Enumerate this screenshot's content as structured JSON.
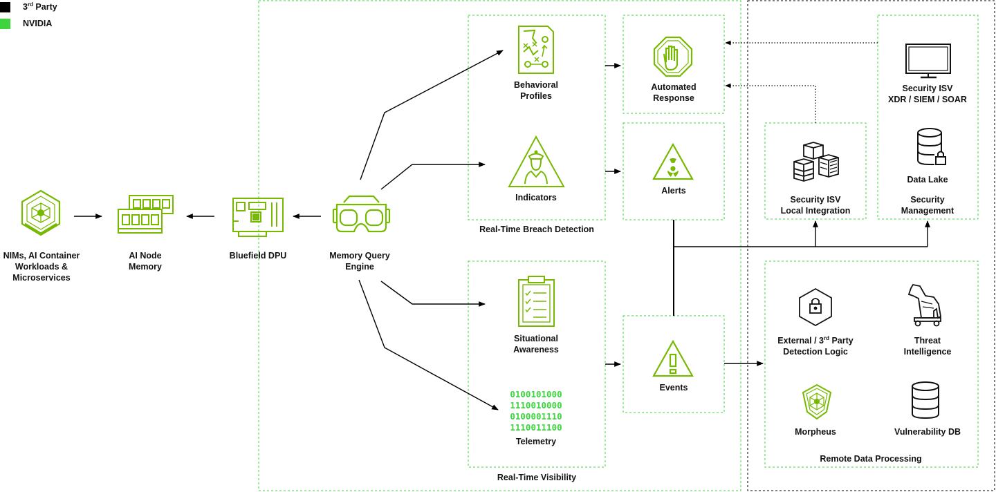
{
  "legend": [
    {
      "label_main": "3",
      "label_sup": "rd",
      "label_rest": " Party",
      "color": "#000000"
    },
    {
      "label_main": "NVIDIA",
      "label_sup": "",
      "label_rest": "",
      "color": "#3dd43d"
    }
  ],
  "colors": {
    "nvidia_green": "#76b900",
    "bright_green": "#3dd43d",
    "line": "#000000"
  },
  "nodes": {
    "nims": {
      "lines": [
        "NIMs, AI Container",
        "Workloads &",
        "Microservices"
      ],
      "icon": "hexagon-network-icon"
    },
    "ai_node_memory": {
      "lines": [
        "AI Node",
        "Memory"
      ],
      "icon": "memory-modules-icon"
    },
    "bluefield": {
      "lines": [
        "Bluefield DPU"
      ],
      "icon": "dpu-card-icon"
    },
    "mqe": {
      "lines": [
        "Memory Query",
        "Engine"
      ],
      "icon": "vr-headset-icon"
    },
    "behavioral": {
      "lines": [
        "Behavioral",
        "Profiles"
      ],
      "icon": "playbook-map-icon"
    },
    "indicators": {
      "lines": [
        "Indicators"
      ],
      "icon": "officer-triangle-icon"
    },
    "automated": {
      "lines": [
        "Automated",
        "Response"
      ],
      "icon": "stop-hand-icon"
    },
    "alerts": {
      "lines": [
        "Alerts"
      ],
      "icon": "radiation-triangle-icon"
    },
    "situational": {
      "lines": [
        "Situational",
        "Awareness"
      ],
      "icon": "clipboard-checklist-icon"
    },
    "telemetry": {
      "lines": [
        "Telemetry"
      ],
      "binary": [
        "0100101000",
        "1110010000",
        "0100001110",
        "1110011100"
      ]
    },
    "events": {
      "lines": [
        "Events"
      ],
      "icon": "warning-triangle-icon"
    },
    "sec_isv_local": {
      "lines": [
        "Security ISV",
        "Local Integration"
      ],
      "icon": "firewall-cubes-icon"
    },
    "sec_isv_xdr": {
      "lines": [
        "Security ISV",
        "XDR / SIEM / SOAR"
      ],
      "icon": "monitor-icon"
    },
    "data_lake": {
      "lines": [
        "Data Lake"
      ],
      "icon": "database-lock-icon"
    },
    "external": {
      "line1_main": "External / 3",
      "line1_sup": "rd",
      "line1_rest": " Party",
      "line2": "Detection Logic",
      "icon": "hexagon-lock-icon"
    },
    "threat": {
      "lines": [
        "Threat",
        "Intelligence"
      ],
      "icon": "trojan-horse-icon"
    },
    "morpheus": {
      "lines": [
        "Morpheus"
      ],
      "icon": "morpheus-shield-icon"
    },
    "vuln_db": {
      "lines": [
        "Vulnerability DB"
      ],
      "icon": "database-icon"
    }
  },
  "groups": {
    "breach": "Real-Time Breach Detection",
    "visibility": "Real-Time Visibility",
    "security_mgmt": "Security\nManagement",
    "security_mgmt_lines": [
      "Security",
      "Management"
    ],
    "remote": "Remote Data Processing"
  }
}
